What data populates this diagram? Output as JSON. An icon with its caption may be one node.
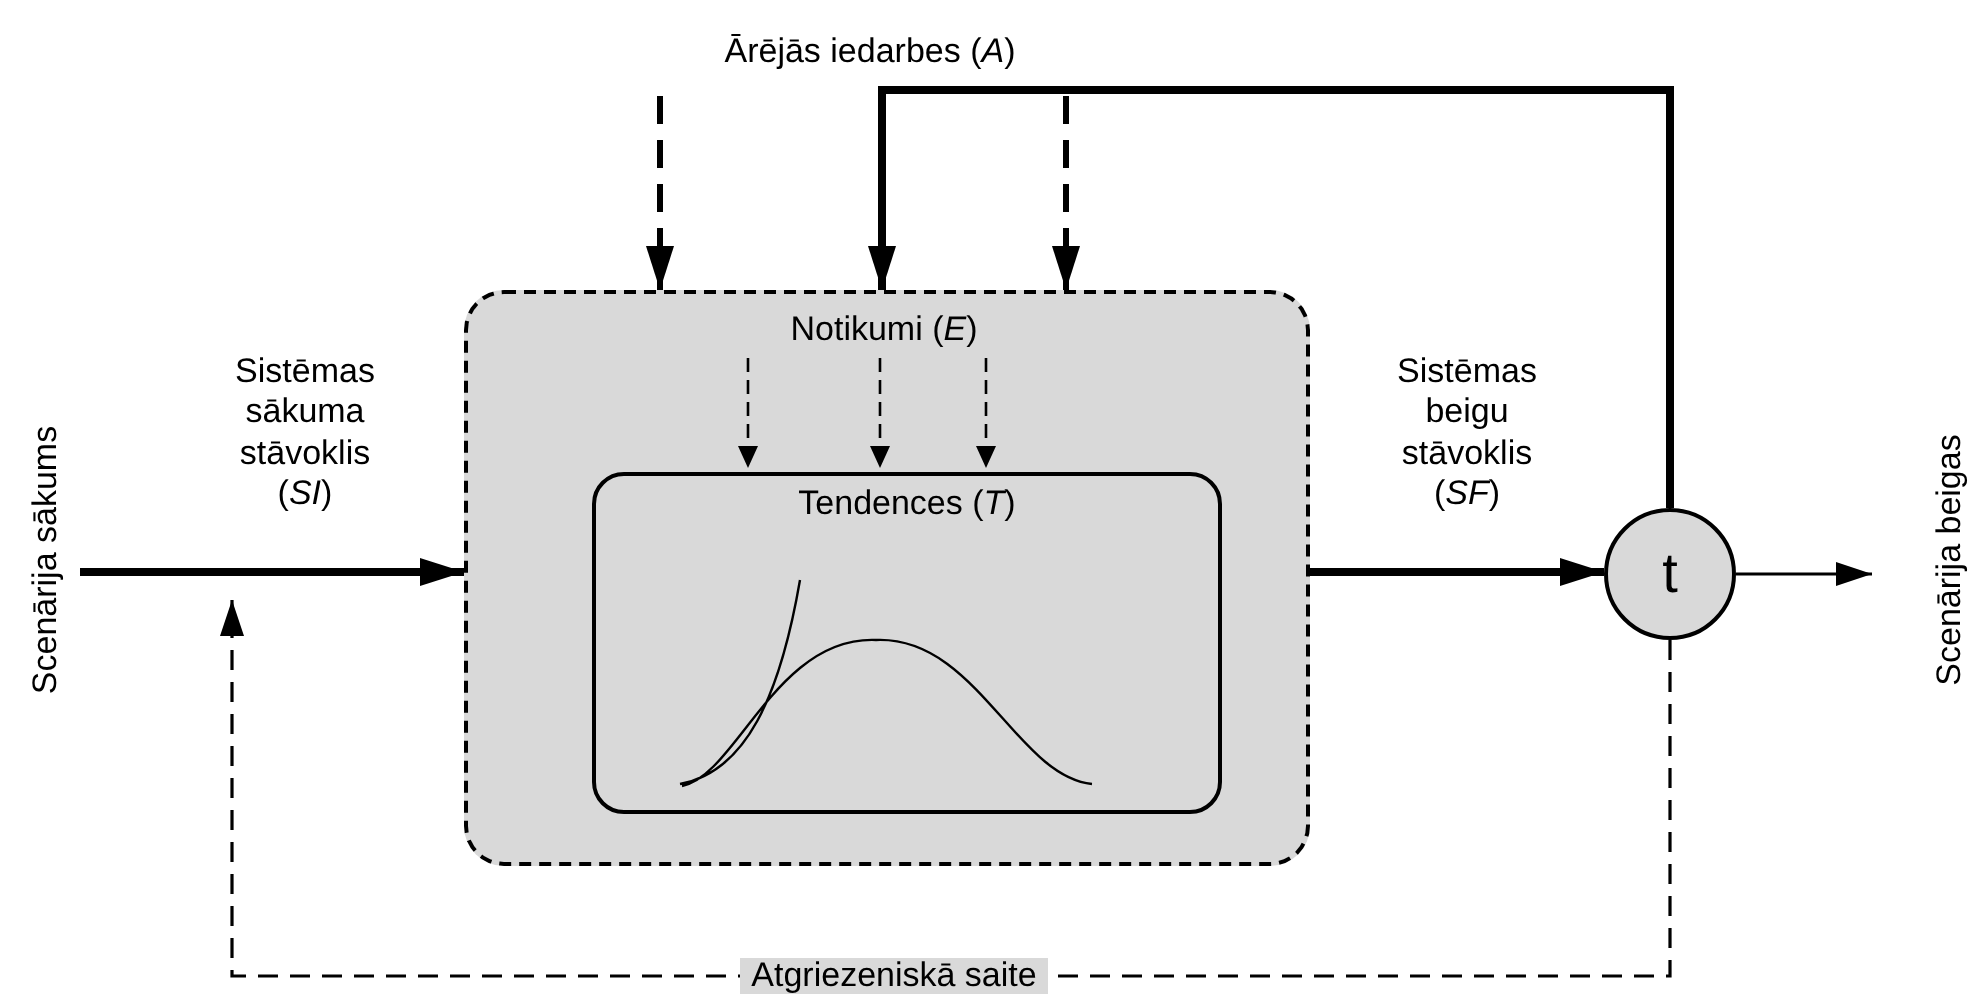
{
  "diagram": {
    "nodes": [
      {
        "text": [
          "Scenārija sākums"
        ]
      },
      {
        "text": [
          "Ārējās iedarbes (*A*)"
        ]
      },
      {
        "text": [],
        "shape": "box"
      },
      {
        "text": [
          "Notikumi (*E*)"
        ],
        "in": 2
      },
      {
        "text": [
          "Tendences (*T*)"
        ],
        "in": 2
      },
      {
        "text": [
          "t"
        ]
      },
      {
        "text": [
          "Scenārija beigas"
        ]
      }
    ],
    "edges": [
      {
        "from": 0,
        "to": 2,
        "arrow": "to",
        "style": "thick",
        "label": "Sistēmas sākuma stāvoklis (*SI*)"
      },
      {
        "from": 1,
        "to": 2,
        "arrow": "to",
        "style": "dashed"
      },
      {
        "from": 1,
        "to": 2,
        "arrow": "to",
        "style": "dashed"
      },
      {
        "from": 5,
        "to": 2,
        "arrow": "to",
        "style": "thick"
      },
      {
        "from": 3,
        "to": 4,
        "arrow": "to",
        "style": "dashed"
      },
      {
        "from": 3,
        "to": 4,
        "arrow": "to",
        "style": "dashed"
      },
      {
        "from": 3,
        "to": 4,
        "arrow": "to",
        "style": "dashed"
      },
      {
        "from": 2,
        "to": 5,
        "arrow": "to",
        "style": "thick",
        "label": "Sistēmas beigu stāvoklis (*SF*)"
      },
      {
        "from": 5,
        "to": 6,
        "arrow": "to"
      },
      {
        "from": 5,
        "to": null,
        "arrow": "to",
        "style": "dashed",
        "label": "Atgriezeniskā saite"
      }
    ]
  }
}
